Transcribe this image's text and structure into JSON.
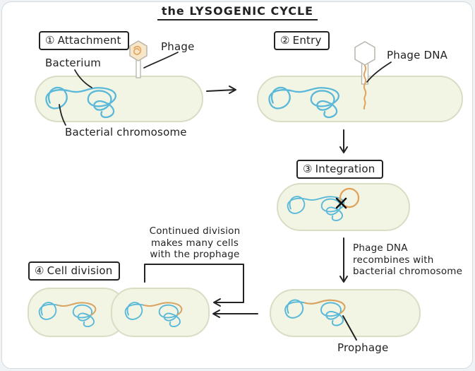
{
  "title": "the LYSOGENIC CYCLE",
  "steps": [
    {
      "number": "①",
      "label": "Attachment"
    },
    {
      "number": "②",
      "label": "Entry"
    },
    {
      "number": "③",
      "label": "Integration"
    },
    {
      "number": "④",
      "label": "Cell division"
    }
  ],
  "labels": {
    "bacterium": "Bacterium",
    "phage": "Phage",
    "bacterial_chromosome": "Bacterial chromosome",
    "phage_dna": "Phage DNA",
    "prophage": "Prophage"
  },
  "annotations": {
    "recombination": [
      "Phage DNA",
      "recombines with",
      "bacterial chromosome"
    ],
    "continued_division": [
      "Continued division",
      "makes many cells",
      "with the prophage"
    ]
  },
  "colors": {
    "ink": "#222222",
    "chromosome_blue": "#5ab8d9",
    "phage_orange": "#e2a158",
    "phage_head_fill": "#f8e6c9",
    "phage_outline_gray": "#b5b5ab",
    "cell_fill": "#f2f5e4",
    "cell_stroke": "#d9ddc4",
    "card_border": "#d6dadd",
    "page_background": "#eff3f6"
  }
}
